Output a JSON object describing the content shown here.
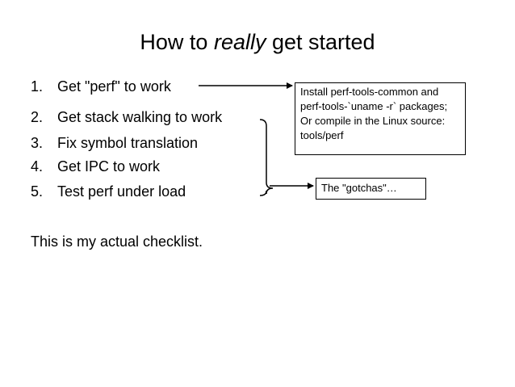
{
  "slide": {
    "title_prefix": "How to ",
    "title_emphasis": "really",
    "title_suffix": " get started",
    "steps": [
      {
        "number": "1.",
        "text": "Get \"perf\" to work"
      },
      {
        "number": "2.",
        "text": "Get stack walking to work"
      },
      {
        "number": "3.",
        "text": "Fix symbol translation"
      },
      {
        "number": "4.",
        "text": "Get IPC to work"
      },
      {
        "number": "5.",
        "text": "Test perf under load"
      }
    ],
    "note": "This is my actual checklist.",
    "callouts": {
      "install": "Install perf-tools-common and perf-tools-`uname -r` packages; Or compile in the Linux source: tools/perf",
      "gotchas": "The \"gotchas\"…"
    }
  }
}
